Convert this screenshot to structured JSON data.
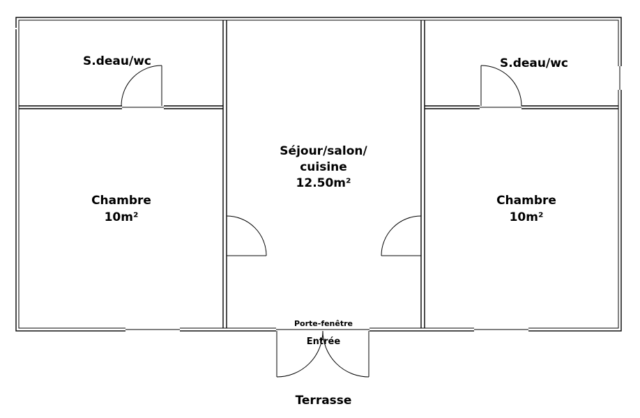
{
  "rooms": {
    "bath_left": "S.deau/wc",
    "bath_right": "S.deau/wc",
    "bedroom_left": {
      "name": "Chambre",
      "area": "10m²"
    },
    "living": {
      "line1": "Séjour/salon/",
      "line2": "cuisine",
      "area": "12.50m²"
    },
    "bedroom_right": {
      "name": "Chambre",
      "area": "10m²"
    }
  },
  "openings": {
    "french_window": "Porte-fenêtre",
    "entrance": "Entrée"
  },
  "outside": {
    "terrace": "Terrasse"
  }
}
